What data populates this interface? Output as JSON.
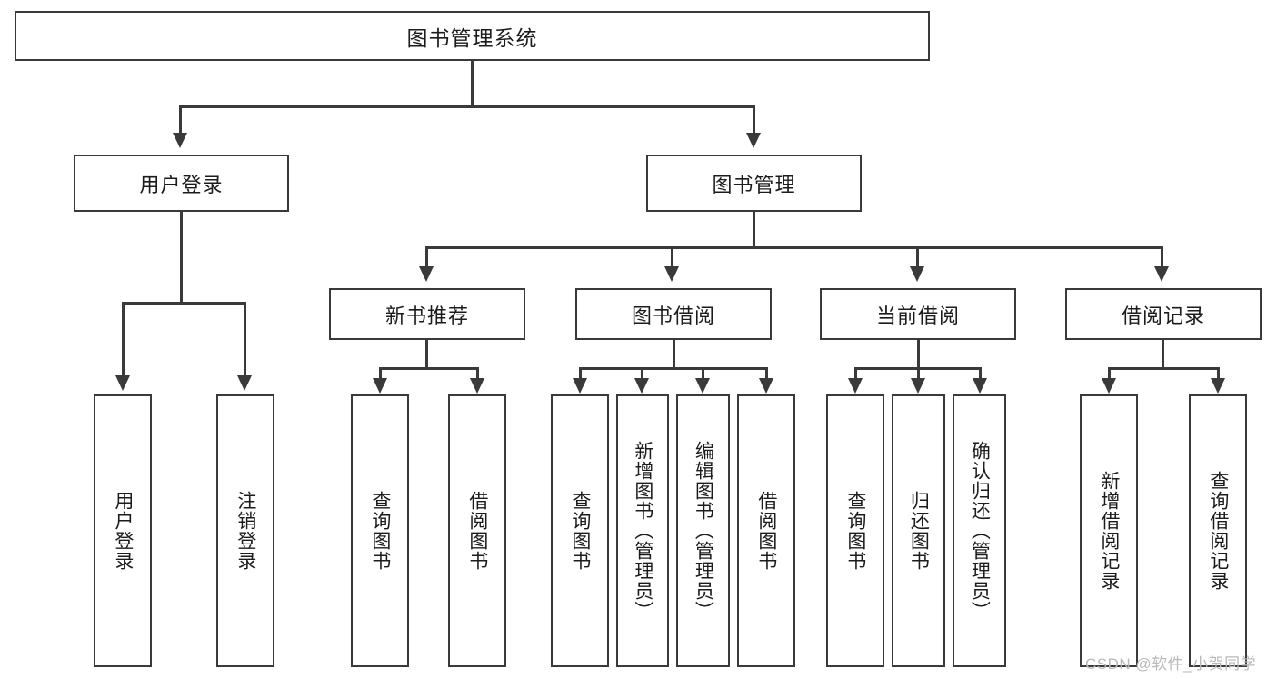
{
  "diagram": {
    "title": "图书管理系统",
    "type": "hierarchy-tree",
    "root": {
      "label": "图书管理系统"
    },
    "level2": [
      {
        "id": "user-login",
        "label": "用户登录"
      },
      {
        "id": "book-manage",
        "label": "图书管理"
      }
    ],
    "level3": [
      {
        "id": "new-book-recommend",
        "label": "新书推荐",
        "parent": "book-manage"
      },
      {
        "id": "book-borrow",
        "label": "图书借阅",
        "parent": "book-manage"
      },
      {
        "id": "current-borrow",
        "label": "当前借阅",
        "parent": "book-manage"
      },
      {
        "id": "borrow-record",
        "label": "借阅记录",
        "parent": "book-manage"
      }
    ],
    "leaves": [
      {
        "id": "leaf-user-login",
        "label": "用户登录",
        "parent": "user-login"
      },
      {
        "id": "leaf-user-logout",
        "label": "注销登录",
        "parent": "user-login"
      },
      {
        "id": "leaf-query-book-1",
        "label": "查询图书",
        "parent": "new-book-recommend"
      },
      {
        "id": "leaf-borrow-book-1",
        "label": "借阅图书",
        "parent": "new-book-recommend"
      },
      {
        "id": "leaf-query-book-2",
        "label": "查询图书",
        "parent": "book-borrow"
      },
      {
        "id": "leaf-add-book",
        "label": "新增图书（管理员）",
        "parent": "book-borrow"
      },
      {
        "id": "leaf-edit-book",
        "label": "编辑图书（管理员）",
        "parent": "book-borrow"
      },
      {
        "id": "leaf-borrow-book-2",
        "label": "借阅图书",
        "parent": "book-borrow"
      },
      {
        "id": "leaf-query-book-3",
        "label": "查询图书",
        "parent": "current-borrow"
      },
      {
        "id": "leaf-return-book",
        "label": "归还图书",
        "parent": "current-borrow"
      },
      {
        "id": "leaf-confirm-return",
        "label": "确认归还（管理员）",
        "parent": "current-borrow"
      },
      {
        "id": "leaf-add-record",
        "label": "新增借阅记录",
        "parent": "borrow-record"
      },
      {
        "id": "leaf-query-record",
        "label": "查询借阅记录",
        "parent": "borrow-record"
      }
    ],
    "watermark": "CSDN @软件_小贺同学",
    "colors": {
      "stroke": "#3a3a3a",
      "text": "#1c1c1c",
      "background": "#ffffff",
      "watermark": "#b9b9b9"
    }
  }
}
